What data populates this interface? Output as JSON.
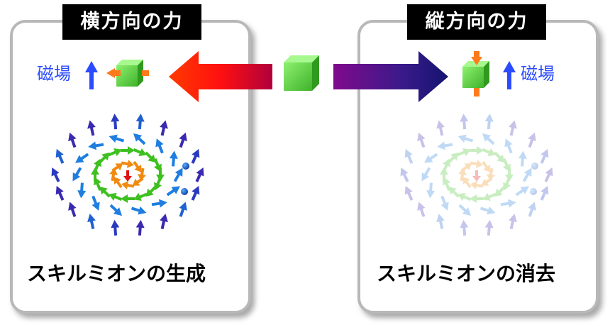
{
  "left_panel": {
    "tag": "横方向の力",
    "field_label": "磁場",
    "caption": "スキルミオンの生成"
  },
  "right_panel": {
    "tag": "縦方向の力",
    "field_label": "磁場",
    "caption": "スキルミオンの消去"
  },
  "colors": {
    "field_text": "#2b4bff",
    "cube": "#5fd544",
    "force_arrow": "#ff7a1a",
    "left_arrow_start": "#b8003a",
    "left_arrow_end": "#ff2000",
    "right_arrow_start": "#7a0a8a",
    "right_arrow_end": "#1a1a7a"
  }
}
